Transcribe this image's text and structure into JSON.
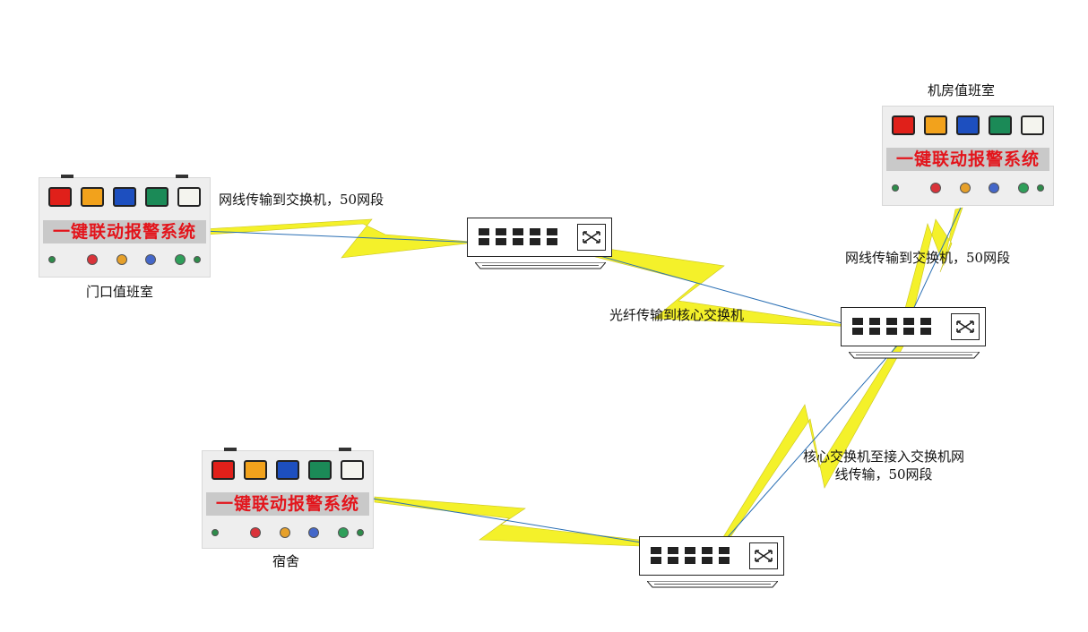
{
  "panel_banner": "一键联动报警系统",
  "lamp_colors": [
    "#e0201a",
    "#f2a21c",
    "#1d4fbf",
    "#1b8a57",
    "#f4f4ee"
  ],
  "knob_colors": [
    "#2d8c4a",
    "#d9333a",
    "#e6a02a",
    "#4467c9",
    "#2f9f5a",
    "#cfcfcf",
    "#2d8c4a"
  ],
  "locations": {
    "door": "门口值班室",
    "machine_room": "机房值班室",
    "dorm": "宿舍"
  },
  "links": {
    "door_to_switch": "网线传输到交换机，50网段",
    "fiber_to_core": "光纤传输到核心交换机",
    "machine_to_core": "网线传输到交换机，50网段",
    "core_to_access_line1": "核心交换机至接入交换机网",
    "core_to_access_line2": "线传输，50网段"
  },
  "lightning_color": "#f4f12a",
  "cable_color": "#2a6fb4"
}
